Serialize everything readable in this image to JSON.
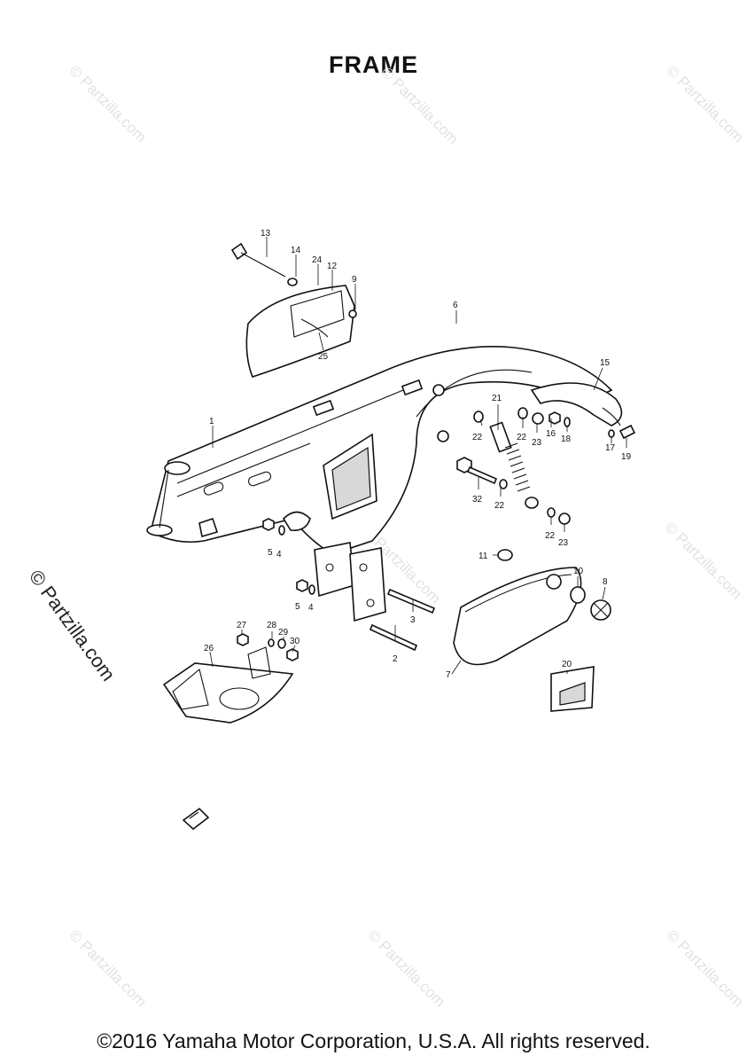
{
  "title": "FRAME",
  "watermark_side": "© Partzilla.com",
  "watermark_faint": "© Partzilla.com",
  "footer": "©2016 Yamaha Motor Corporation, U.S.A. All rights reserved.",
  "callouts": {
    "c1": "1",
    "c2": "2",
    "c3": "3",
    "c4a": "4",
    "c4b": "4",
    "c5a": "5",
    "c5b": "5",
    "c6": "6",
    "c7": "7",
    "c8": "8",
    "c9": "9",
    "c10": "10",
    "c11": "11",
    "c12": "12",
    "c13": "13",
    "c14": "14",
    "c15": "15",
    "c16": "16",
    "c17": "17",
    "c18": "18",
    "c19": "19",
    "c20": "20",
    "c21": "21",
    "c22a": "22",
    "c22b": "22",
    "c22c": "22",
    "c22d": "22",
    "c23a": "23",
    "c23b": "23",
    "c24": "24",
    "c25": "25",
    "c26": "26",
    "c27": "27",
    "c28": "28",
    "c29": "29",
    "c30": "30",
    "c32": "32"
  }
}
